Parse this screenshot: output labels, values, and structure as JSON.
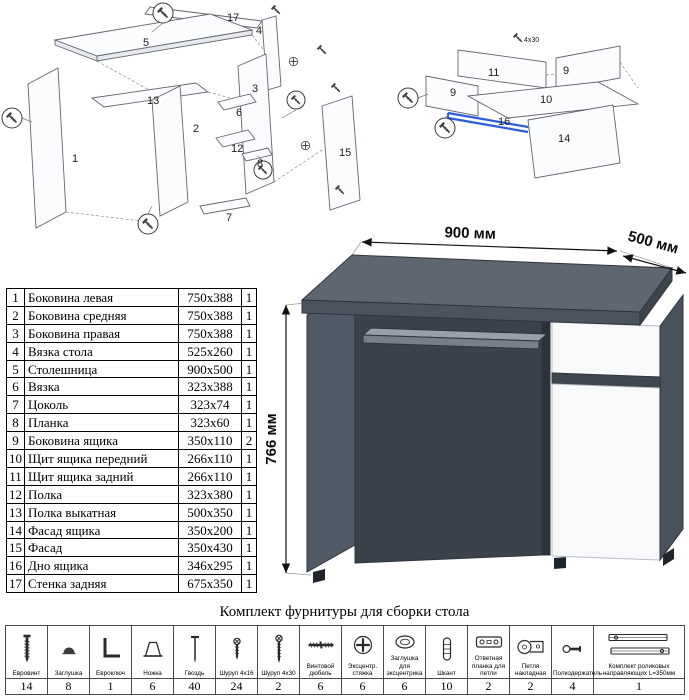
{
  "parts": {
    "rows": [
      {
        "num": "1",
        "name": "Боковина левая",
        "size": "750x388",
        "qty": "1"
      },
      {
        "num": "2",
        "name": "Боковина средняя",
        "size": "750x388",
        "qty": "1"
      },
      {
        "num": "3",
        "name": "Боковина правая",
        "size": "750x388",
        "qty": "1"
      },
      {
        "num": "4",
        "name": "Вязка стола",
        "size": "525x260",
        "qty": "1"
      },
      {
        "num": "5",
        "name": "Столешница",
        "size": "900x500",
        "qty": "1"
      },
      {
        "num": "6",
        "name": "Вязка",
        "size": "323x388",
        "qty": "1"
      },
      {
        "num": "7",
        "name": "Цоколь",
        "size": "323x74",
        "qty": "1"
      },
      {
        "num": "8",
        "name": "Планка",
        "size": "323x60",
        "qty": "1"
      },
      {
        "num": "9",
        "name": "Боковина ящика",
        "size": "350x110",
        "qty": "2"
      },
      {
        "num": "10",
        "name": "Щит ящика передний",
        "size": "266x110",
        "qty": "1"
      },
      {
        "num": "11",
        "name": "Щит ящика задний",
        "size": "266x110",
        "qty": "1"
      },
      {
        "num": "12",
        "name": "Полка",
        "size": "323x380",
        "qty": "1"
      },
      {
        "num": "13",
        "name": "Полка выкатная",
        "size": "500x350",
        "qty": "1"
      },
      {
        "num": "14",
        "name": "Фасад ящика",
        "size": "350x200",
        "qty": "1"
      },
      {
        "num": "15",
        "name": "Фасад",
        "size": "350x430",
        "qty": "1"
      },
      {
        "num": "16",
        "name": "Дно ящика",
        "size": "346x295",
        "qty": "1"
      },
      {
        "num": "17",
        "name": "Стенка задняя",
        "size": "675x350",
        "qty": "1"
      }
    ]
  },
  "desk": {
    "width_label": "900 мм",
    "depth_label": "500 мм",
    "height_label": "766 мм",
    "top_color": "#5d6671",
    "front_color": "#f8f9fa",
    "accent_rail_color": "#2b5cd9"
  },
  "exploded_left": {
    "labels": [
      "17",
      "5",
      "4",
      "3",
      "13",
      "2",
      "6",
      "12",
      "8",
      "7",
      "1",
      "15"
    ]
  },
  "exploded_right": {
    "labels": [
      "11",
      "9",
      "9",
      "10",
      "16",
      "14",
      "4x30"
    ]
  },
  "hardware": {
    "title": "Комплект фурнитуры для сборки стола",
    "items": [
      {
        "name": "Евровинт",
        "qty": "14",
        "icon": "confirmat-screw"
      },
      {
        "name": "Заглушка",
        "qty": "8",
        "icon": "cap"
      },
      {
        "name": "Евроключ",
        "qty": "1",
        "icon": "hex-key"
      },
      {
        "name": "Ножка",
        "qty": "6",
        "icon": "foot"
      },
      {
        "name": "Гвоздь",
        "qty": "40",
        "icon": "nail"
      },
      {
        "name": "Шуруп 4x16",
        "qty": "24",
        "icon": "screw-short"
      },
      {
        "name": "Шуруп 4x30",
        "qty": "2",
        "icon": "screw-long"
      },
      {
        "name": "Винтовой дюбель",
        "qty": "6",
        "icon": "double-stud"
      },
      {
        "name": "Эксцентр. стяжка",
        "qty": "6",
        "icon": "cam-lock"
      },
      {
        "name": "Заглушка для эксцентрика",
        "qty": "6",
        "icon": "cam-cap"
      },
      {
        "name": "Шкант",
        "qty": "10",
        "icon": "wood-dowel"
      },
      {
        "name": "Ответная планка для петли",
        "qty": "2",
        "icon": "hinge-plate"
      },
      {
        "name": "Петля накладная",
        "qty": "2",
        "icon": "overlay-hinge"
      },
      {
        "name": "Полкодержатель",
        "qty": "4",
        "icon": "shelf-pin"
      },
      {
        "name": "Комплект роликовых направляющих L=350мм",
        "qty": "1",
        "icon": "roller-slides"
      }
    ]
  }
}
